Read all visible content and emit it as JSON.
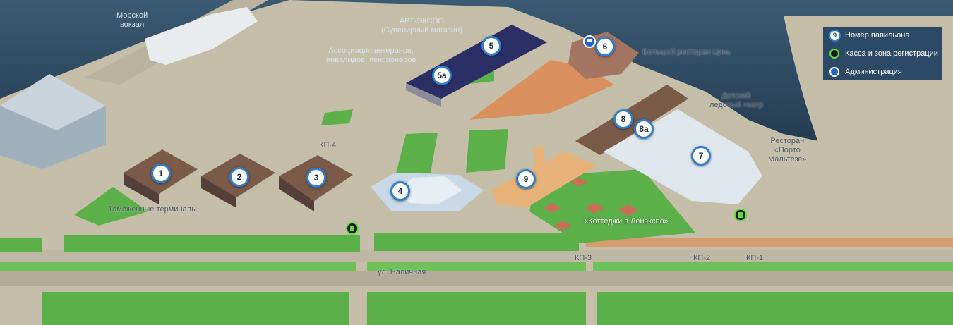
{
  "legend": {
    "items": [
      {
        "icon": "pavilion-number-icon",
        "symbol": "9",
        "label": "Номер павильона"
      },
      {
        "icon": "cashbox-icon",
        "label": "Касса и зона регистрации"
      },
      {
        "icon": "administration-icon",
        "label": "Администрация"
      }
    ]
  },
  "labels": {
    "sea_terminal": "Морской\nвокзал",
    "art_expo": "АРТ-ЭКСПО\n(Сувенирный магазин)",
    "veterans": "Ассоциация ветеранов,\nинвалидов, пенсионеров",
    "restaurant_tsin": "Большой ресторан Цинь",
    "ice_theatre": "Детский\nледовый театр",
    "porto_maltese": "Ресторан\n«Порто\nМальтезе»",
    "customs": "Таможенные терминалы",
    "cottages": "«Коттеджи в Ленэкспо»",
    "street": "ул. Наличная",
    "kp1": "КП-1",
    "kp2": "КП-2",
    "kp3": "КП-3",
    "kp4": "КП-4"
  },
  "pavilions": [
    "1",
    "2",
    "3",
    "4",
    "5",
    "5а",
    "6",
    "7",
    "8",
    "8а",
    "9"
  ],
  "colors": {
    "water": "#2d4a62",
    "ground": "#c2bca6",
    "grass": "#5bb04a",
    "roof_brown": "#7a5a48",
    "roof_navy": "#2b2f66",
    "marker_border": "#2f7fd1",
    "legend_bg": "#2c4a66",
    "cashbox_green": "#5fdd3a",
    "admin_blue": "#1e63c9"
  }
}
